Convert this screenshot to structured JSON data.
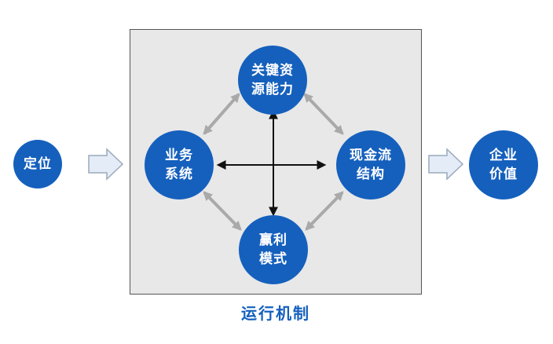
{
  "colors": {
    "node_fill": "#1560bd",
    "node_text": "#ffffff",
    "panel_fill": "#e8e8e8",
    "panel_border": "#555555",
    "caption": "#1560bd",
    "flow_arrow_fill": "#e4ecf7",
    "flow_arrow_stroke": "#9aaabc",
    "link_arrow": "#a9a9a9",
    "cross_arrow": "#111111"
  },
  "nodes": {
    "positioning": {
      "lines": [
        "定位"
      ]
    },
    "key_resources": {
      "lines": [
        "关键资",
        "源能力"
      ]
    },
    "business_system": {
      "lines": [
        "业务",
        "系统"
      ]
    },
    "cash_flow": {
      "lines": [
        "现金流",
        "结构"
      ]
    },
    "profit_model": {
      "lines": [
        "赢利",
        "模式"
      ]
    },
    "enterprise_value": {
      "lines": [
        "企业",
        "价值"
      ]
    }
  },
  "caption": "运行机制"
}
